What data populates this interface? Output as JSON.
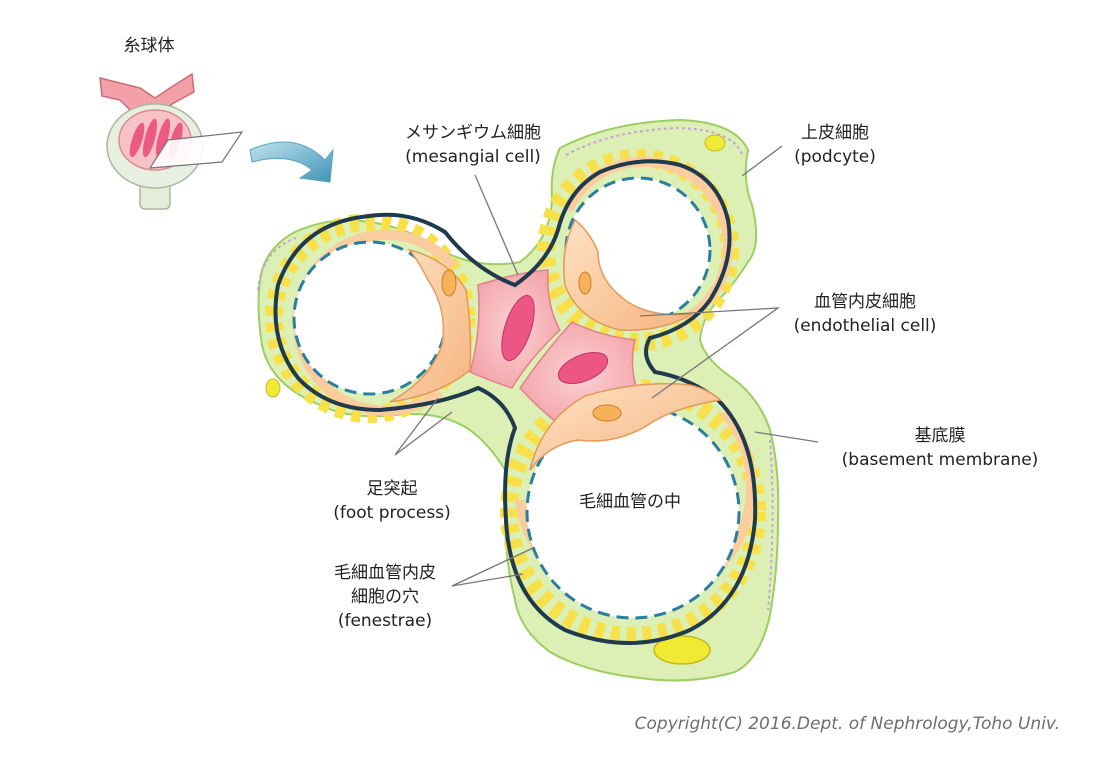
{
  "labels": {
    "glomerulus": "糸球体",
    "mesangial_jp": "メサンギウム細胞",
    "mesangial_en": "(mesangial cell)",
    "podocyte_jp": "上皮細胞",
    "podocyte_en": "(podcyte)",
    "endothelial_jp": "血管内皮細胞",
    "endothelial_en": "(endothelial cell)",
    "basement_jp": "基底膜",
    "basement_en": "(basement membrane)",
    "capillary_lumen": "毛細血管の中",
    "foot_jp": "足突起",
    "foot_en": "(foot process)",
    "fenestrae_jp1": "毛細血管内皮",
    "fenestrae_jp2": "細胞の穴",
    "fenestrae_en": "(fenestrae)"
  },
  "copyright": "Copyright(C) 2016.Dept. of Nephrology,Toho Univ.",
  "colors": {
    "podocyte_fill": "#dcefb4",
    "podocyte_border": "#9bcf63",
    "foot_process": "#f7e04a",
    "basement_membrane": "#1e3a4c",
    "endothelium": "#fbcd9e",
    "fenestrae_dash": "#2b7ea1",
    "mesangial_fill": "#f8b7bc",
    "mesangial_nucleus": "#ec5584",
    "nucleus_yellow": "#f1ea34",
    "arrow": "#6fb2cc"
  }
}
